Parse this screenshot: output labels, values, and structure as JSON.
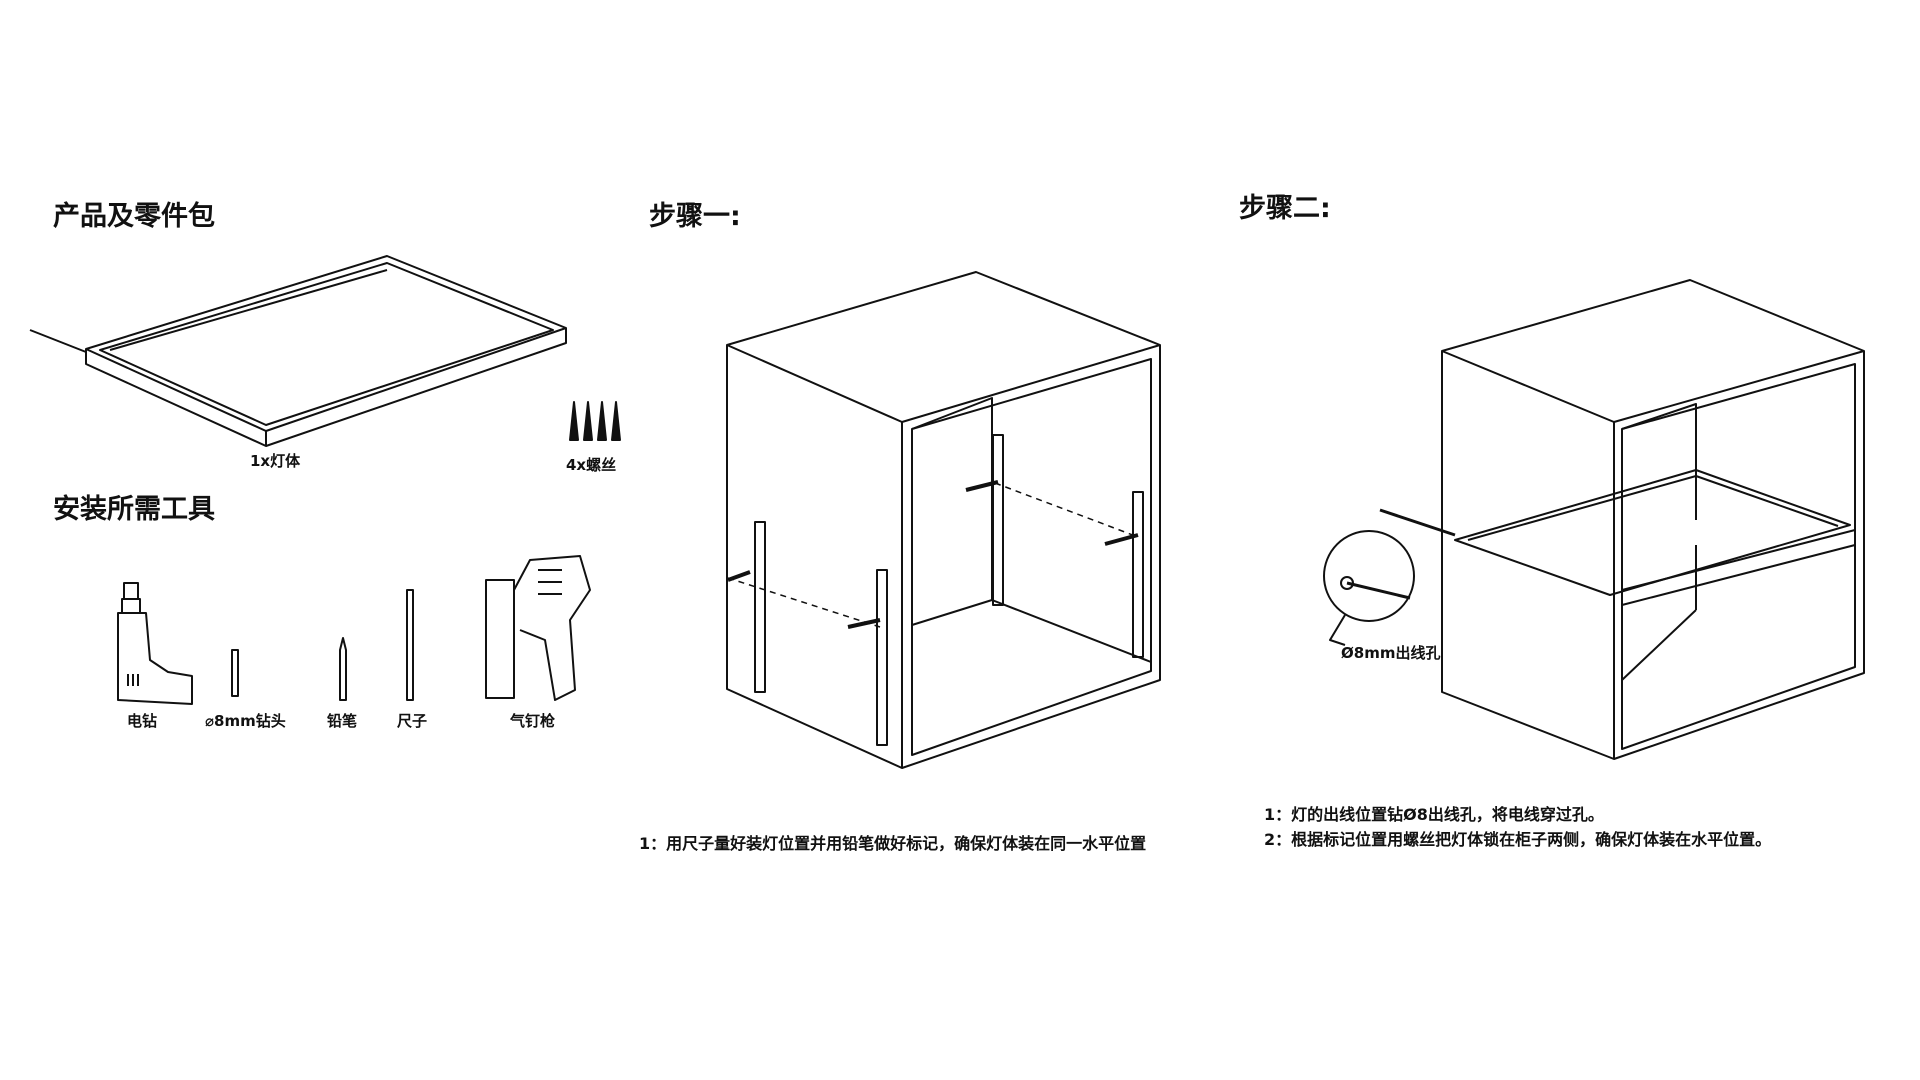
{
  "sections": {
    "parts_title": "产品及零件包",
    "tools_title": "安装所需工具",
    "step1_title": "步骤一:",
    "step2_title": "步骤二:"
  },
  "parts": {
    "lamp_label": "1x灯体",
    "screws_label": "4x螺丝"
  },
  "tools": [
    {
      "label": "电钻"
    },
    {
      "label": "⌀8mm钻头"
    },
    {
      "label": "铅笔"
    },
    {
      "label": "尺子"
    },
    {
      "label": "气钉枪"
    }
  ],
  "step1": {
    "notes": [
      "1：用尺子量好装灯位置并用铅笔做好标记，确保灯体装在同一水平位置"
    ]
  },
  "step2": {
    "hole_label": "Ø8mm出线孔",
    "notes": [
      "1：灯的出线位置钻Ø8出线孔，将电线穿过孔。",
      "2：根据标记位置用螺丝把灯体锁在柜子两侧，确保灯体装在水平位置。"
    ]
  }
}
